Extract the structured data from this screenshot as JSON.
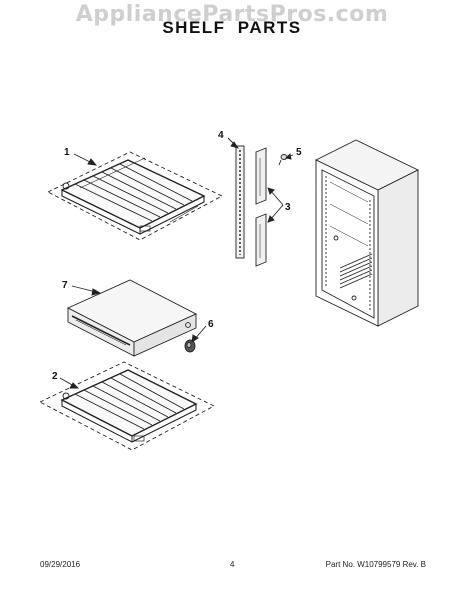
{
  "header": {
    "watermark": "AppliancePartsPros.com",
    "title": "SHELF PARTS"
  },
  "callouts": [
    {
      "number": "1",
      "part": "shelf-upper"
    },
    {
      "number": "2",
      "part": "shelf-lower"
    },
    {
      "number": "3",
      "part": "bracket"
    },
    {
      "number": "4",
      "part": "rail"
    },
    {
      "number": "5",
      "part": "screw"
    },
    {
      "number": "6",
      "part": "knob"
    },
    {
      "number": "7",
      "part": "drawer-cover"
    }
  ],
  "footer": {
    "date": "09/29/2016",
    "page": "4",
    "part_number": "Part No. W10799579  Rev. B"
  }
}
